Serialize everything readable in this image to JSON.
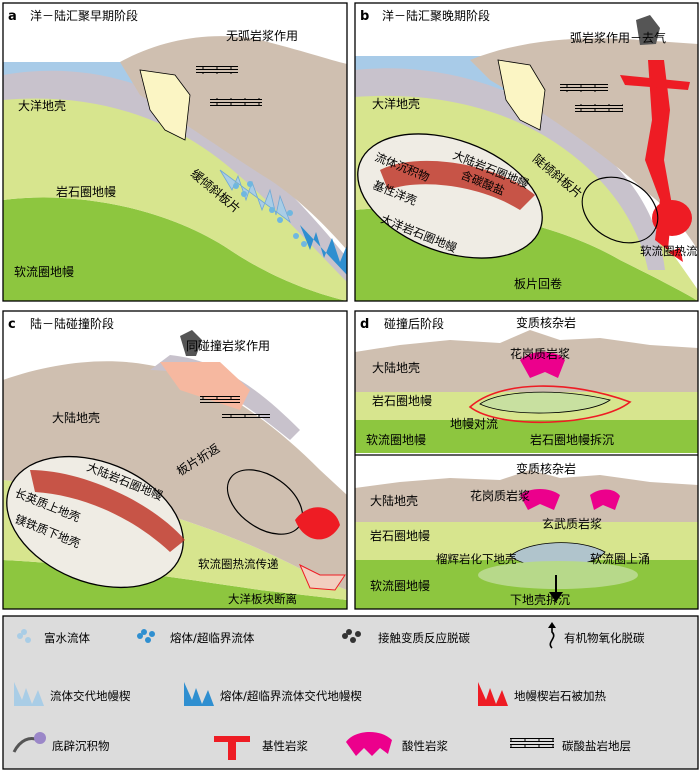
{
  "panels": {
    "a": {
      "letter": "a",
      "title": "洋－陆汇聚早期阶段",
      "labels": {
        "arc": "无弧岩浆作用",
        "oceanic_crust": "大洋地壳",
        "slab": "缓倾斜板片",
        "lith_mantle": "岩石圈地幔",
        "asth_mantle": "软流圈地幔"
      }
    },
    "b": {
      "letter": "b",
      "title": "洋－陆汇聚晚期阶段",
      "labels": {
        "arc": "弧岩浆作用－去气",
        "oceanic_crust": "大洋地壳",
        "slab": "陡倾斜板片",
        "cont_lith": "大陆岩石圈地幔",
        "carbonate_bearing": "含碳酸盐",
        "fluid_sediment": "流体沉积物",
        "basic_ocean": "基性洋壳",
        "ocean_lith": "大洋岩石圈地幔",
        "asth_heat": "软流圈热流传递",
        "rollback": "板片回卷"
      }
    },
    "c": {
      "letter": "c",
      "title": "陆－陆碰撞阶段",
      "labels": {
        "syn_collision": "同碰撞岩浆作用",
        "cont_crust": "大陆地壳",
        "breakoff_return": "板片折返",
        "cont_lith": "大陆岩石圈地幔",
        "felsic_lower": "长英质上地壳",
        "mafic_lower": "镁铁质下地壳",
        "asth_heat": "软流圈热流传递",
        "slab_breakoff": "大洋板块断离"
      }
    },
    "d": {
      "letter": "d",
      "title": "碰撞后阶段",
      "upper": {
        "core_complex": "变质核杂岩",
        "granitic": "花岗质岩浆",
        "cont_crust": "大陆地壳",
        "lith_mantle": "岩石圈地幔",
        "convection": "地幔对流",
        "asth_mantle": "软流圈地幔",
        "delamination": "岩石圈地幔拆沉"
      },
      "lower": {
        "core_complex": "变质核杂岩",
        "granitic": "花岗质岩浆",
        "cont_crust": "大陆地壳",
        "basaltic": "玄武质岩浆",
        "lith_mantle": "岩石圈地幔",
        "eclogite": "榴辉岩化下地壳",
        "upwelling": "软流圈上涌",
        "asth_mantle": "软流圈地幔",
        "lower_delam": "下地壳拆沉"
      }
    }
  },
  "legend": {
    "items": [
      {
        "icon": "water-fluid-icon",
        "label": "富水流体"
      },
      {
        "icon": "melt-fluid-icon",
        "label": "熔体/超临界流体"
      },
      {
        "icon": "decarbonation-icon",
        "label": "接触变质反应脱碳"
      },
      {
        "icon": "organic-oxidation-icon",
        "label": "有机物氧化脱碳"
      },
      {
        "icon": "fluid-wedge-icon",
        "label": "流体交代地幔楔"
      },
      {
        "icon": "melt-wedge-icon",
        "label": "熔体/超临界流体交代地幔楔"
      },
      {
        "icon": "heated-wedge-icon",
        "label": "地幔楔岩石被加热"
      },
      {
        "icon": "diapir-icon",
        "label": "底辟沉积物"
      },
      {
        "icon": "basic-magma-icon",
        "label": "基性岩浆"
      },
      {
        "icon": "acid-magma-icon",
        "label": "酸性岩浆"
      },
      {
        "icon": "carbonate-strata-icon",
        "label": "碳酸盐岩地层"
      }
    ]
  },
  "colors": {
    "asthenosphere": "#8dc63f",
    "lith_mantle": "#d7e58e",
    "crust": "#cfbfb0",
    "oceanic": "#c8c2cc",
    "ocean": "#a8cbe8",
    "magma_basic": "#ee1c24",
    "magma_acid": "#ec008c",
    "fluid": "#6fb7e0",
    "legend_bg": "#dcdcdc"
  }
}
